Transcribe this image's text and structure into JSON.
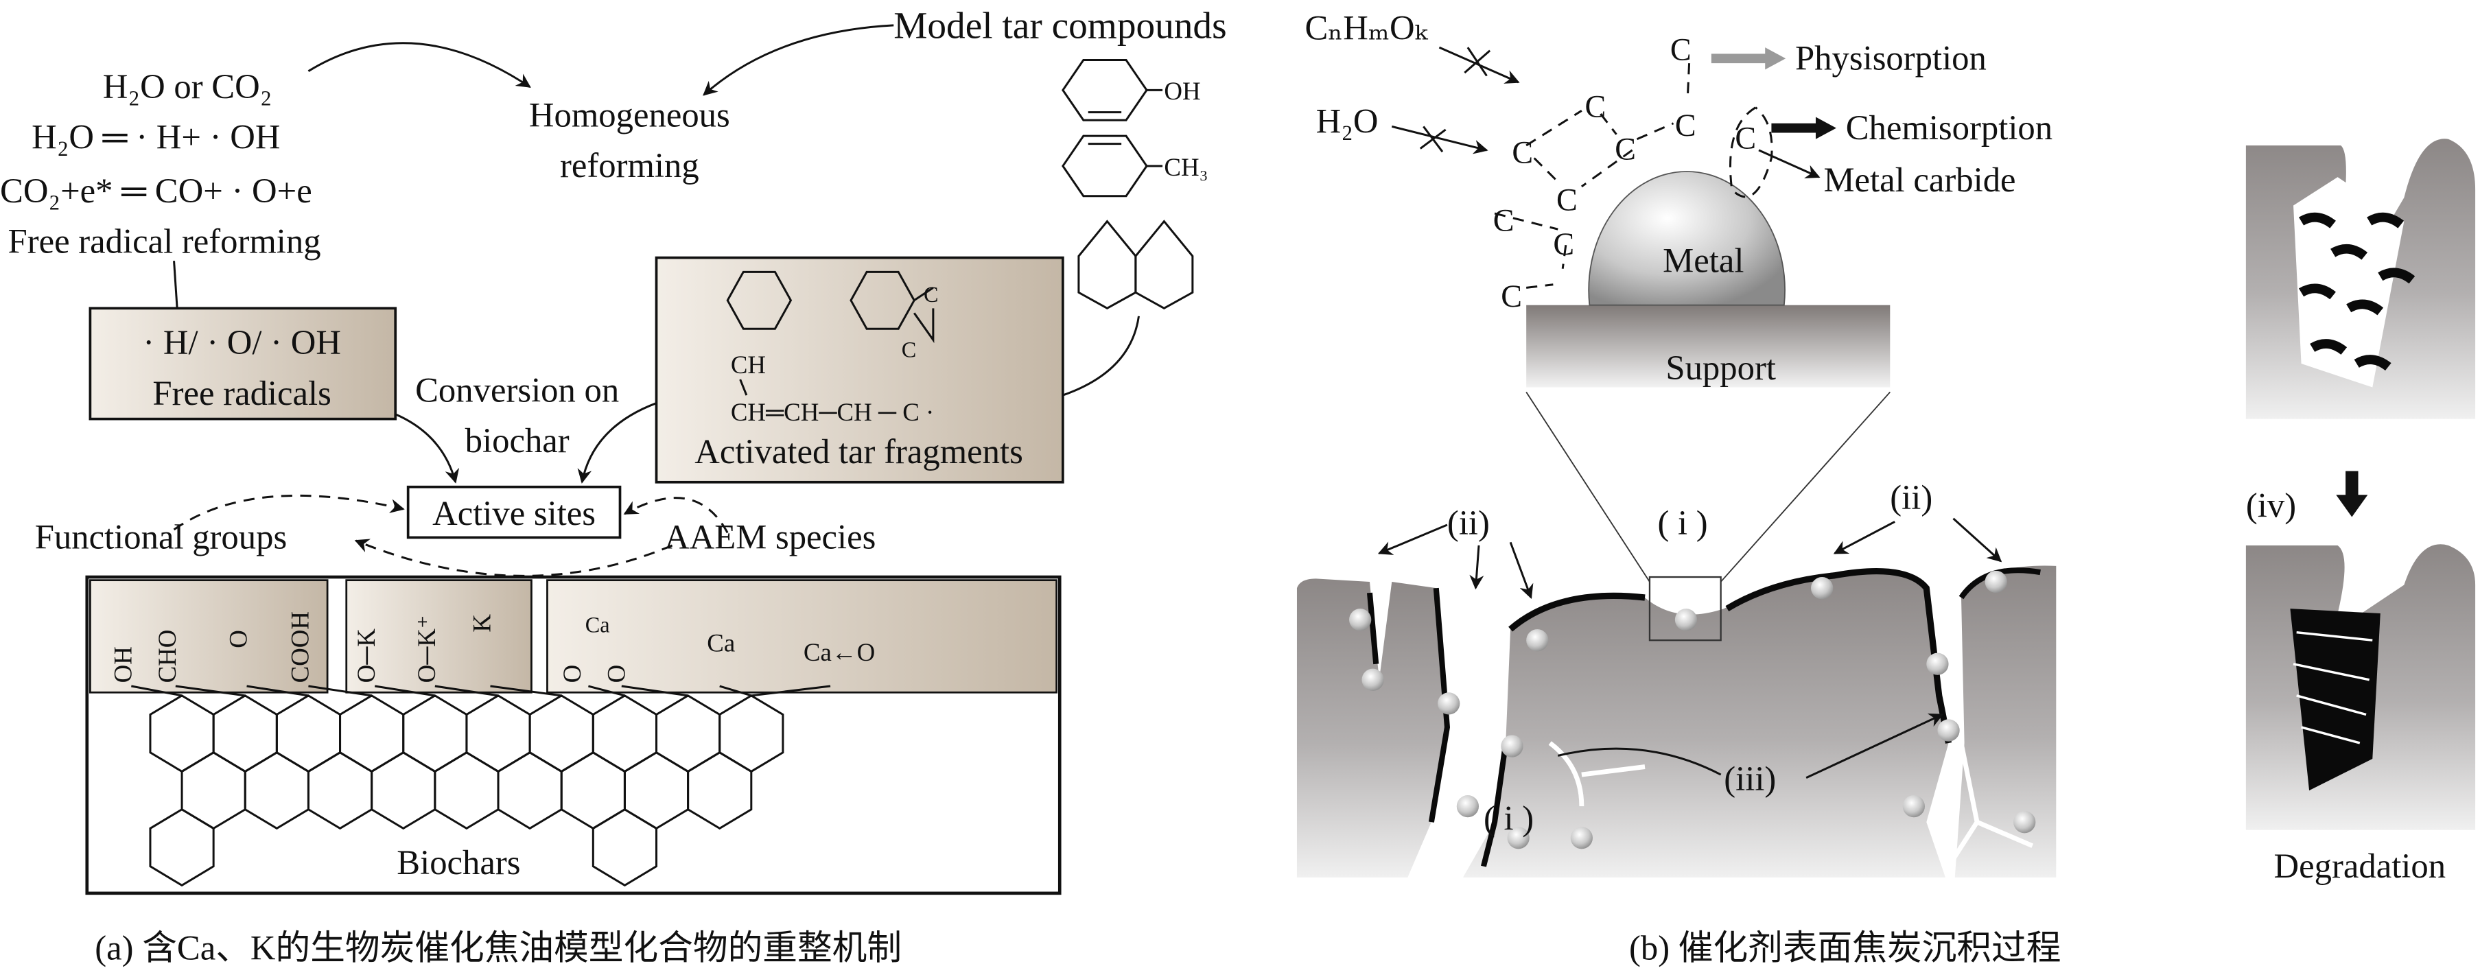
{
  "panel_a": {
    "model_tar_compounds": "Model tar compounds",
    "h2o_or_co2": "H₂O or CO₂",
    "eq_water": "H₂O ═ · H+ · OH",
    "eq_co2": "CO₂+e* ═ CO+ · O+e",
    "free_radical_reforming": "Free radical reforming",
    "homogeneous_line1": "Homogeneous",
    "homogeneous_line2": "reforming",
    "phenol_group": "OH",
    "toluene_group": "CH₃",
    "free_radicals_species": "· H/ · O/ · OH",
    "free_radicals_label": "Free radicals",
    "conversion_line1": "Conversion on",
    "conversion_line2": "biochar",
    "fragment_c1": "C",
    "fragment_c2": "C",
    "fragment_ch": "CH",
    "fragment_chain": "CH═CH─CH ─ C ·",
    "activated_tar_fragments": "Activated tar fragments",
    "active_sites": "Active sites",
    "functional_groups": "Functional groups",
    "aaem_species": "AAEM species",
    "surface_groups": {
      "oh": "OH",
      "cho": "CHO",
      "o": "O",
      "cooh": "COOH",
      "ok": "O─K",
      "ok_plus": "O─K⁺",
      "k": "K",
      "ca_bridge": "Ca",
      "o_left": "O",
      "o_right": "O",
      "ca": "Ca",
      "ca_o": "Ca←O"
    },
    "biochars": "Biochars",
    "caption": "(a) 含Ca、K的生物炭催化焦油模型化合物的重整机制"
  },
  "panel_b": {
    "cnhmok": "CₙHₘOₖ",
    "h2o": "H₂O",
    "carbon_atom": "C",
    "physisorption": "Physisorption",
    "chemisorption": "Chemisorption",
    "metal_carbide": "Metal carbide",
    "metal": "Metal",
    "support": "Support",
    "label_i_top": "( i )",
    "label_ii_left": "(ii)",
    "label_ii_right": "(ii)",
    "label_iii": "(iii)",
    "label_i_bottom": "( i )",
    "label_iv": "(iv)",
    "degradation": "Degradation",
    "caption": "(b) 催化剂表面焦炭沉积过程",
    "colors": {
      "physisorption_arrow": "#9a9a9a",
      "chemisorption_arrow": "#111111",
      "coke": "#0a0a0a",
      "support_gray": "#8c8786"
    }
  },
  "colors": {
    "box_tan_light": "#f3eee7",
    "box_tan_dark": "#c4b7a6"
  }
}
